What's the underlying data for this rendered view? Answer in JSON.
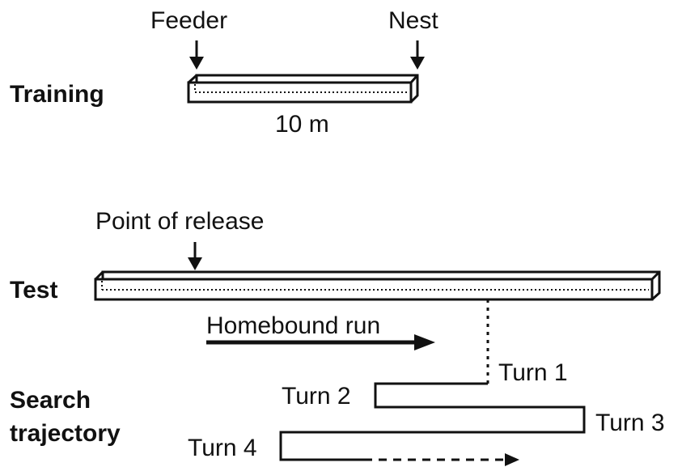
{
  "training": {
    "label": "Training",
    "feeder_label": "Feeder",
    "nest_label": "Nest",
    "length_label": "10 m"
  },
  "test": {
    "label": "Test",
    "release_label": "Point of release",
    "homebound_label": "Homebound run"
  },
  "search": {
    "label_line1": "Search",
    "label_line2": "trajectory",
    "turns": [
      "Turn 1",
      "Turn 2",
      "Turn 3",
      "Turn 4"
    ]
  },
  "colors": {
    "ink": "#111111",
    "background": "#ffffff"
  }
}
